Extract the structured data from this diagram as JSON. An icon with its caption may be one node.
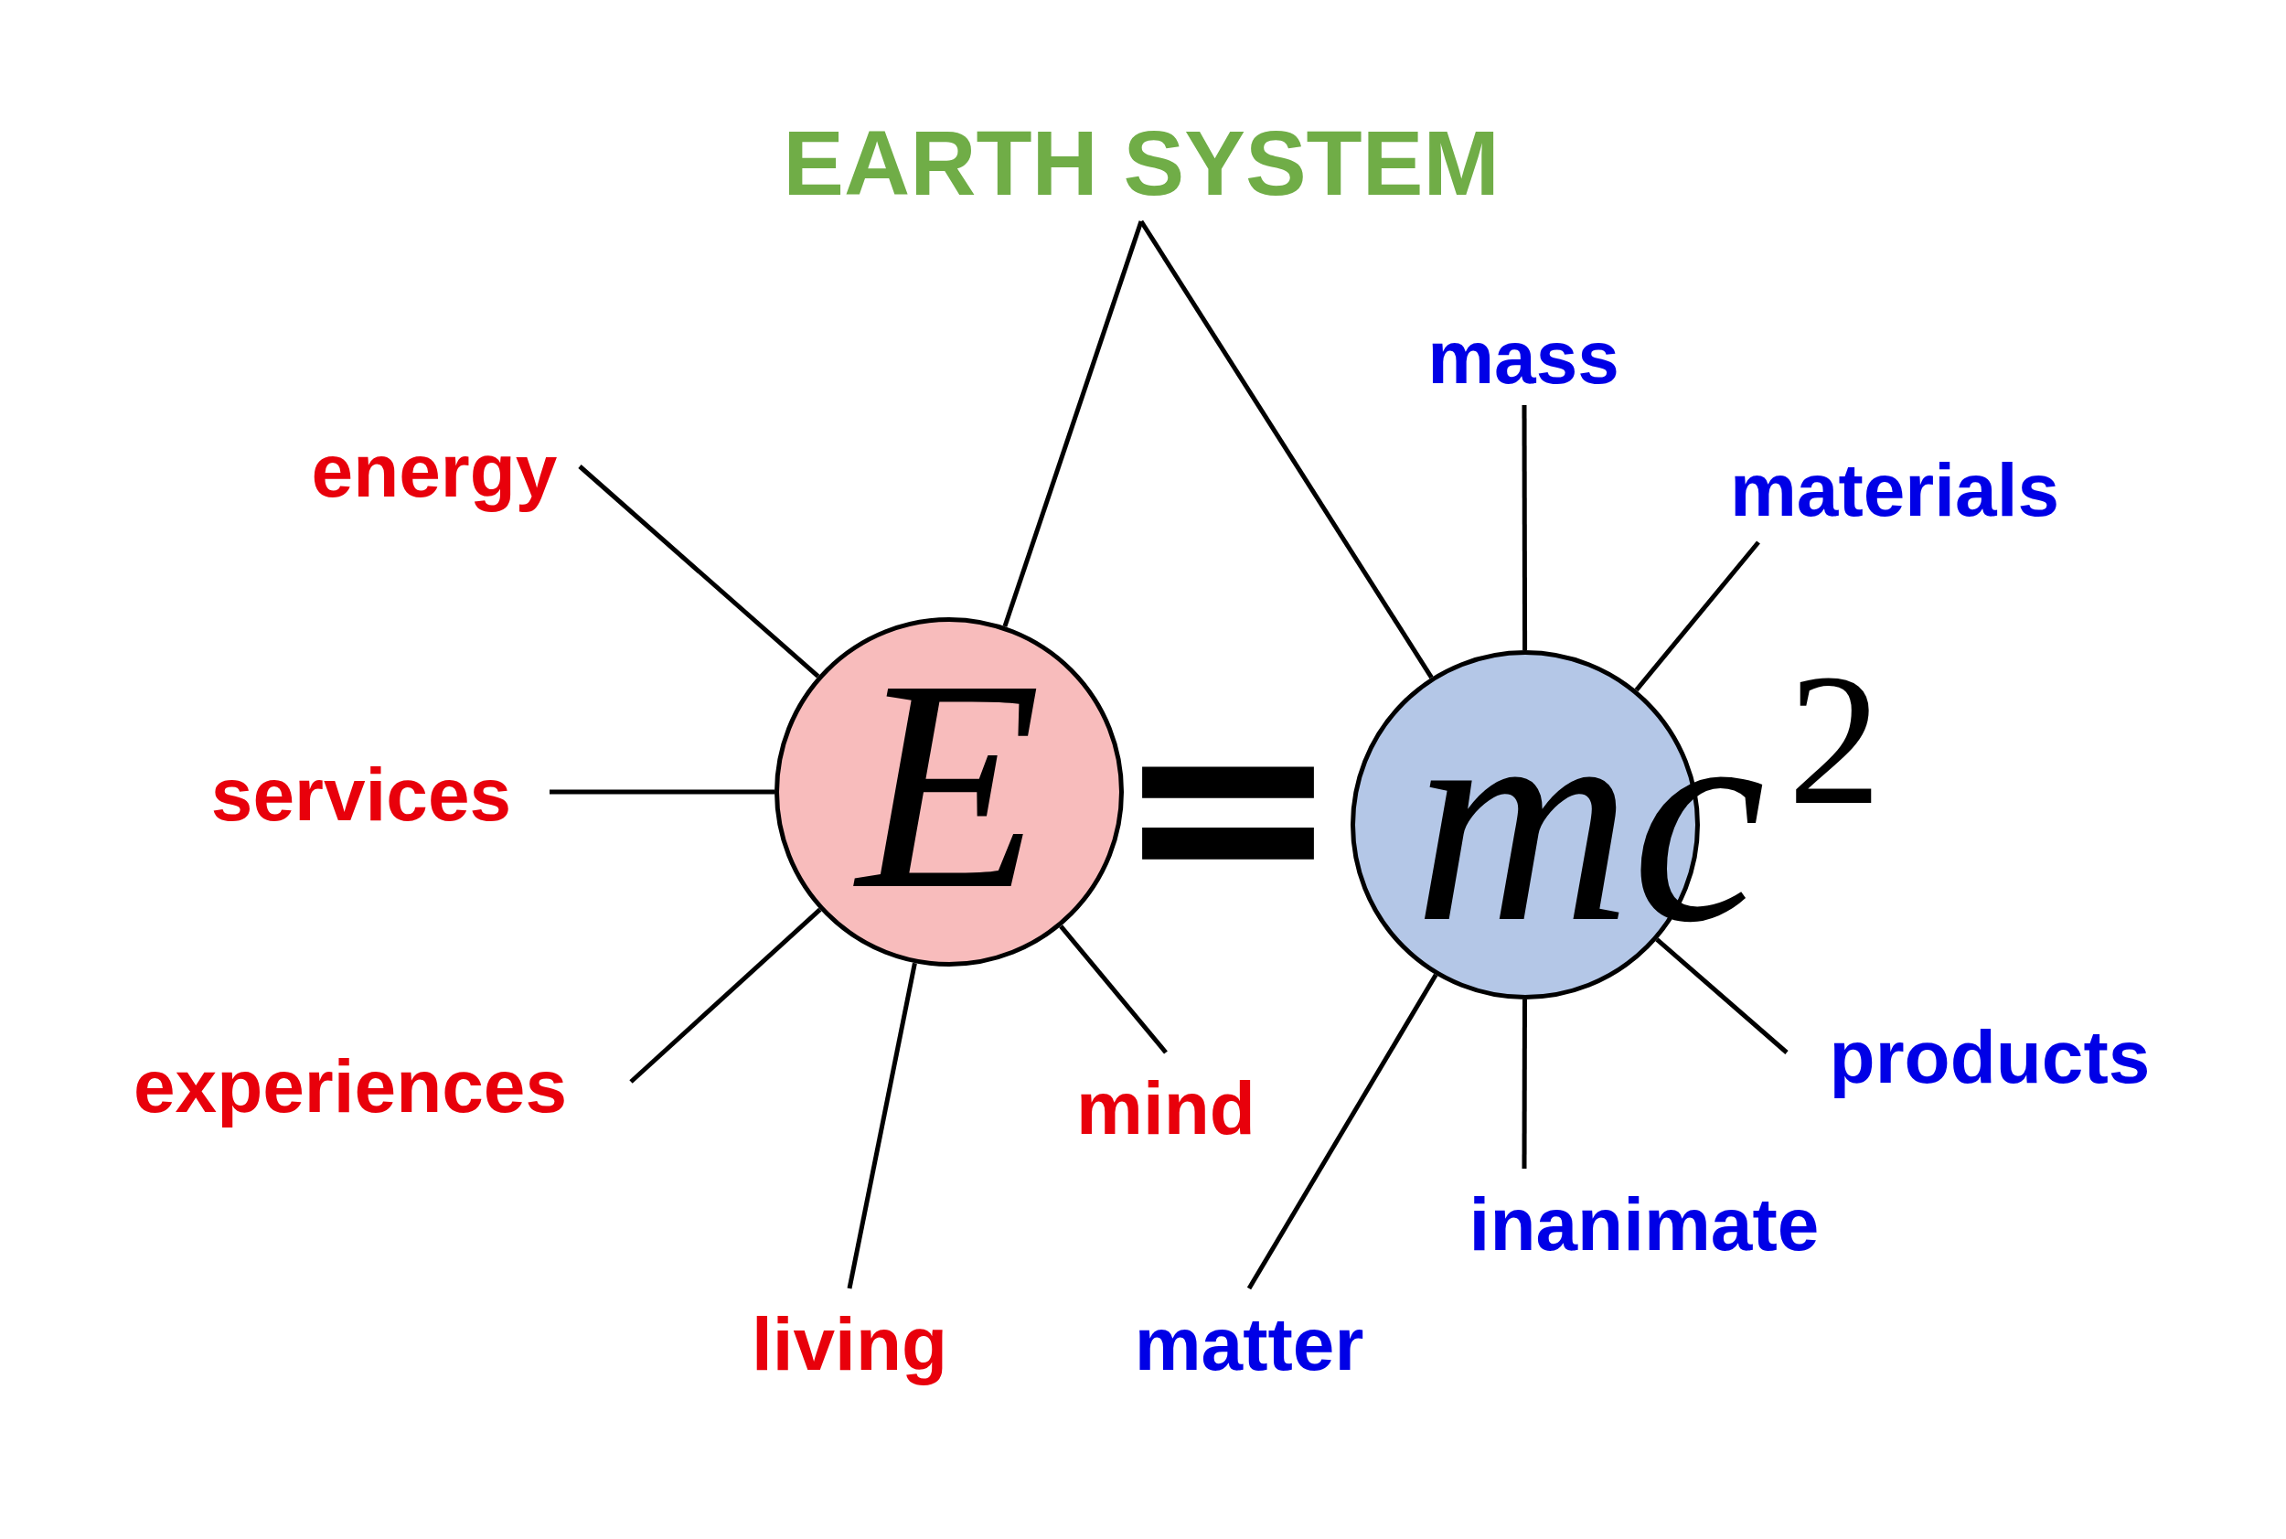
{
  "diagram": {
    "nodes": [
      {
        "text": [
          "EARTH SYSTEM"
        ]
      },
      {
        "text": [
          "E"
        ]
      },
      {
        "text": [
          "mc$^{2}$"
        ]
      },
      {
        "text": [
          "energy"
        ]
      },
      {
        "text": [
          "services"
        ]
      },
      {
        "text": [
          "experiences"
        ]
      },
      {
        "text": [
          "living"
        ]
      },
      {
        "text": [
          "mind"
        ]
      },
      {
        "text": [
          "mass"
        ]
      },
      {
        "text": [
          "materials"
        ]
      },
      {
        "text": [
          "products"
        ]
      },
      {
        "text": [
          "inanimate"
        ]
      },
      {
        "text": [
          "matter"
        ]
      }
    ],
    "edges": [
      {
        "from": 0,
        "to": 1,
        "arrow": "none"
      },
      {
        "from": 0,
        "to": 2,
        "arrow": "none"
      },
      {
        "from": 3,
        "to": 1,
        "arrow": "none"
      },
      {
        "from": 4,
        "to": 1,
        "arrow": "none"
      },
      {
        "from": 5,
        "to": 1,
        "arrow": "none"
      },
      {
        "from": 6,
        "to": 1,
        "arrow": "none"
      },
      {
        "from": 7,
        "to": 1,
        "arrow": "none"
      },
      {
        "from": 8,
        "to": 2,
        "arrow": "none"
      },
      {
        "from": 9,
        "to": 2,
        "arrow": "none"
      },
      {
        "from": 10,
        "to": 2,
        "arrow": "none"
      },
      {
        "from": 11,
        "to": 2,
        "arrow": "none"
      },
      {
        "from": 12,
        "to": 2,
        "arrow": "none"
      }
    ],
    "labels": [
      "="
    ]
  }
}
